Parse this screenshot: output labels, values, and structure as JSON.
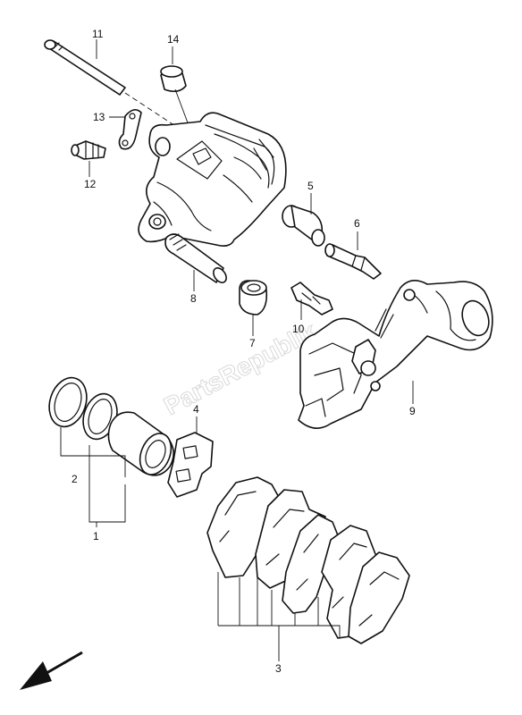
{
  "watermark": "PartsRepublik",
  "colors": {
    "ink": "#111111",
    "paper": "#ffffff",
    "watermark": "#d9d9d9"
  },
  "callouts": {
    "c1": "1",
    "c2": "2",
    "c3": "3",
    "c4": "4",
    "c5": "5",
    "c6": "6",
    "c7": "7",
    "c8": "8",
    "c9": "9",
    "c10": "10",
    "c11": "11",
    "c12": "12",
    "c13": "13",
    "c14": "14"
  },
  "front_arrow_icon": "arrow-down-left-icon"
}
